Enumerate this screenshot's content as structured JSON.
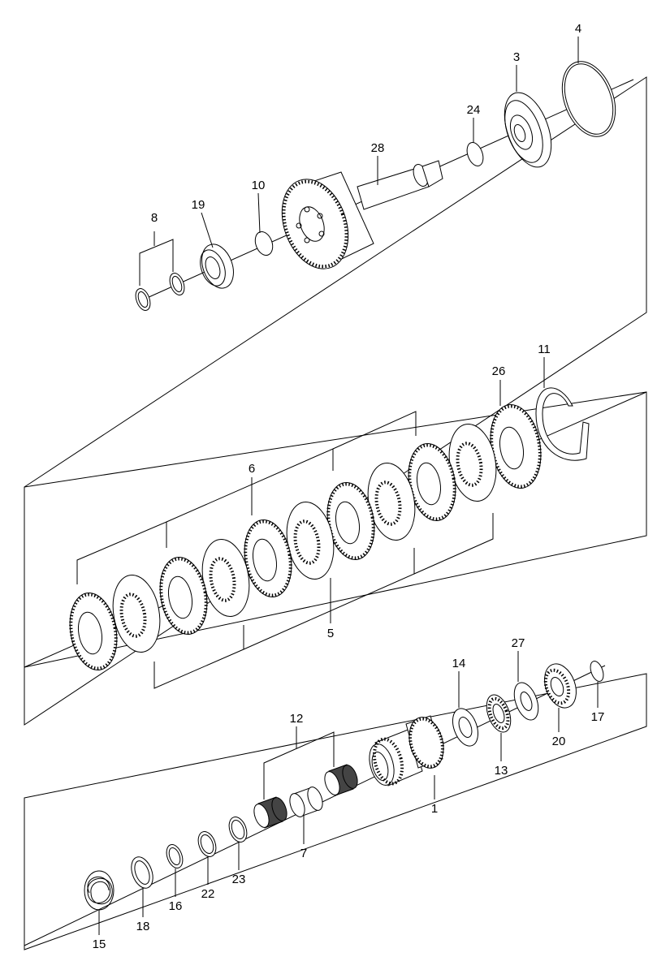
{
  "labels": {
    "p1": "1",
    "p3": "3",
    "p4": "4",
    "p5": "5",
    "p6": "6",
    "p7": "7",
    "p8": "8",
    "p10": "10",
    "p11": "11",
    "p12": "12",
    "p13": "13",
    "p14": "14",
    "p15": "15",
    "p16": "16",
    "p17": "17",
    "p18": "18",
    "p19": "19",
    "p20": "20",
    "p22": "22",
    "p23": "23",
    "p24": "24",
    "p26": "26",
    "p27": "27",
    "p28": "28"
  }
}
